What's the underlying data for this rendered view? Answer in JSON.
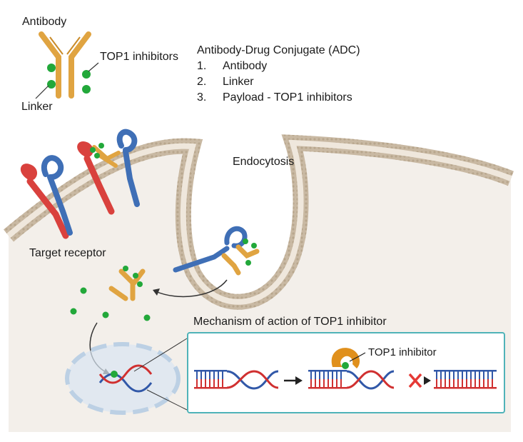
{
  "legend": {
    "antibody_label": "Antibody",
    "top1_label": "TOP1 inhibitors",
    "linker_label": "Linker"
  },
  "adc": {
    "title": "Antibody-Drug Conjugate (ADC)",
    "items": [
      {
        "num": "1.",
        "text": "Antibody"
      },
      {
        "num": "2.",
        "text": "Linker"
      },
      {
        "num": "3.",
        "text": "Payload - TOP1 inhibitors"
      }
    ]
  },
  "cell": {
    "endocytosis_label": "Endocytosis",
    "target_receptor_label": "Target receptor"
  },
  "moa": {
    "title": "Mechanism of action of TOP1 inhibitor",
    "top1_inhibitor_label": "TOP1 inhibitor"
  },
  "colors": {
    "antibody": "#e0a441",
    "payload": "#22a83a",
    "receptor_red": "#d9413d",
    "receptor_blue": "#3f6fb6",
    "membrane": "#c9b9a3",
    "cytoplasm": "#f3efea",
    "dna_blue": "#3158a8",
    "dna_red": "#d03030",
    "box_border": "#4fb3b8"
  }
}
